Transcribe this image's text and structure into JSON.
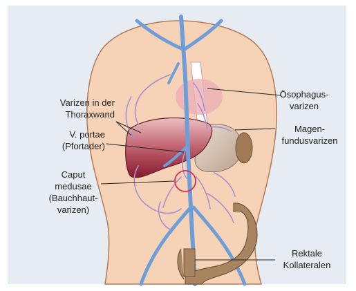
{
  "labels": {
    "thorax_varices": {
      "line1": "Varizen in der",
      "line2": "Thoraxwand"
    },
    "portal_vein": {
      "line1": "V. portae",
      "line2": "(Pfortader)"
    },
    "caput_medusae": {
      "line1": "Caput",
      "line2": "medusae",
      "line3": "(Bauchhaut-",
      "line4": "varizen)"
    },
    "esophageal_varices": {
      "line1": "Ösophagus-",
      "line2": "varizen"
    },
    "gastric_fundus_varices": {
      "line1": "Magen-",
      "line2": "fundusvarizen"
    },
    "rectal_collaterals": {
      "line1": "Rektale",
      "line2": "Kollateralen"
    }
  },
  "colors": {
    "background": "#e6ecf1",
    "skin": "#f6d2b6",
    "skin_outline": "#b07a5a",
    "vein": "#6e9ed8",
    "collateral_vein": "#a98fce",
    "liver_dark": "#8e1e32",
    "liver_light": "#e7b3b3",
    "esophagus": "#e9b8bc",
    "stomach": "#d7c6b8",
    "spleen": "#a07a55",
    "colon": "#a88460",
    "highlight_circle": "#d0305a",
    "leader_line": "#222222"
  }
}
